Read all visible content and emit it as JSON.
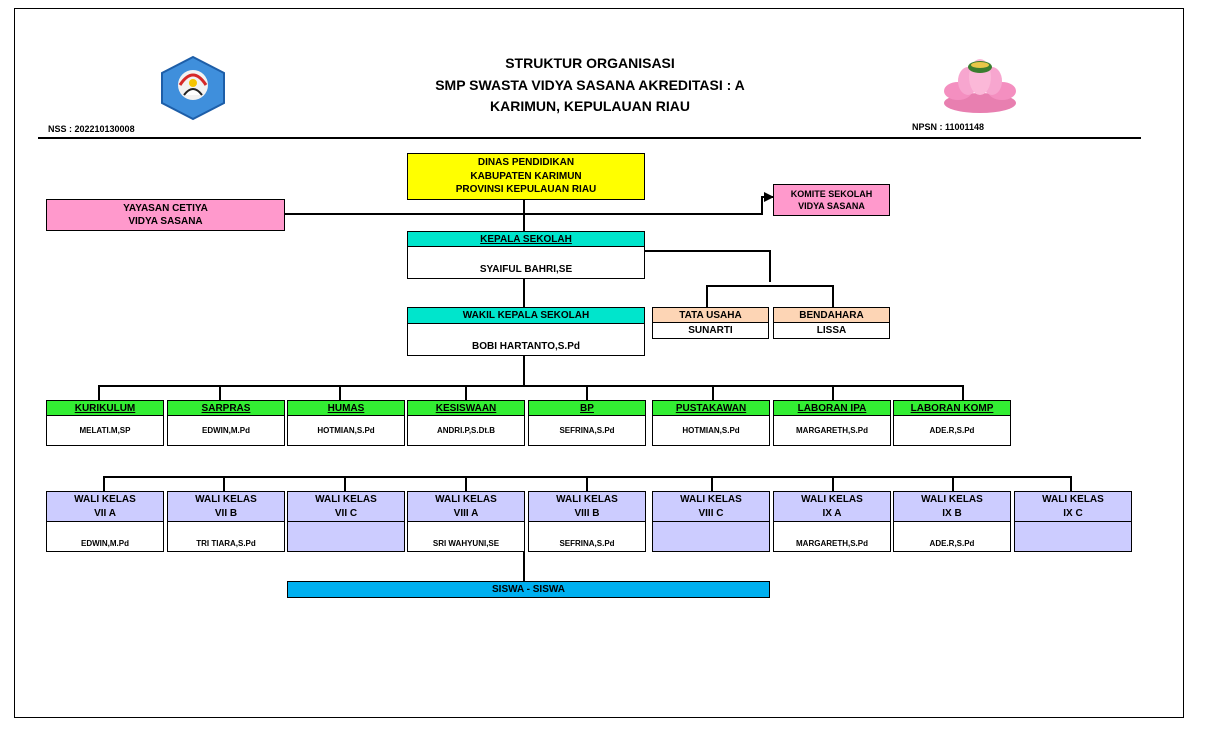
{
  "header": {
    "title_line1": "STRUKTUR ORGANISASI",
    "title_line2": "SMP SWASTA VIDYA SASANA AKREDITASI : A",
    "title_line3": "KARIMUN, KEPULAUAN RIAU",
    "nss": "NSS : 202210130008",
    "npsn": "NPSN : 11001148",
    "logo_left_icon": "tut-wuri-handayani-logo",
    "logo_right_icon": "lotus-flower-logo"
  },
  "dinas": {
    "line1": "DINAS PENDIDIKAN",
    "line2": "KABUPATEN KARIMUN",
    "line3": "PROVINSI KEPULAUAN RIAU"
  },
  "yayasan": {
    "line1": "YAYASAN CETIYA",
    "line2": "VIDYA SASANA"
  },
  "komite": {
    "line1": "KOMITE SEKOLAH",
    "line2": "VIDYA SASANA"
  },
  "kepala": {
    "title": "KEPALA SEKOLAH",
    "name": "SYAIFUL BAHRI,SE"
  },
  "wakil": {
    "title": "WAKIL KEPALA SEKOLAH",
    "name": "BOBI HARTANTO,S.Pd"
  },
  "tata_usaha": {
    "title": "TATA USAHA",
    "name": "SUNARTI"
  },
  "bendahara": {
    "title": "BENDAHARA",
    "name": "LISSA"
  },
  "units": [
    {
      "title": "KURIKULUM",
      "name": "MELATI.M,SP"
    },
    {
      "title": "SARPRAS",
      "name": "EDWIN,M.Pd"
    },
    {
      "title": "HUMAS",
      "name": "HOTMIAN,S.Pd"
    },
    {
      "title": "KESISWAAN",
      "name": "ANDRI.P,S.Dt.B"
    },
    {
      "title": "BP",
      "name": "SEFRINA,S.Pd"
    },
    {
      "title": "PUSTAKAWAN",
      "name": "HOTMIAN,S.Pd"
    },
    {
      "title": "LABORAN IPA",
      "name": "MARGARETH,S.Pd"
    },
    {
      "title": "LABORAN KOMP",
      "name": "ADE.R,S.Pd"
    }
  ],
  "wali_label": "WALI KELAS",
  "wali": [
    {
      "class": "VII A",
      "name": "EDWIN,M.Pd"
    },
    {
      "class": "VII B",
      "name": "TRI TIARA,S.Pd"
    },
    {
      "class": "VII C",
      "name": ""
    },
    {
      "class": "VIII A",
      "name": "SRI WAHYUNI,SE"
    },
    {
      "class": "VIII B",
      "name": "SEFRINA,S.Pd"
    },
    {
      "class": "VIII C",
      "name": ""
    },
    {
      "class": "IX A",
      "name": "MARGARETH,S.Pd"
    },
    {
      "class": "IX B",
      "name": "ADE.R,S.Pd"
    },
    {
      "class": "IX C",
      "name": ""
    }
  ],
  "siswa": "SISWA - SISWA",
  "colors": {
    "dinas": "#ffff00",
    "pink": "#ff99cc",
    "teal": "#00e5cc",
    "green": "#33ee33",
    "peach": "#fdd5b5",
    "lavender": "#ccccff",
    "blue": "#00b0f0"
  }
}
